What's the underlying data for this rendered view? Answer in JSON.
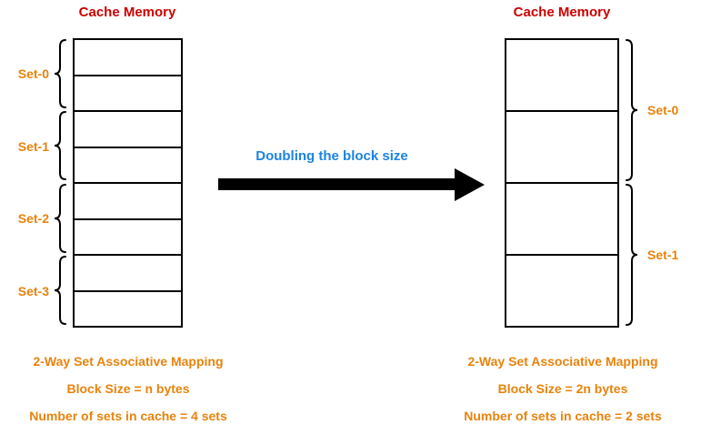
{
  "left": {
    "title": "Cache Memory",
    "num_blocks": 8,
    "sets": [
      "Set-0",
      "Set-1",
      "Set-2",
      "Set-3"
    ],
    "captions": [
      "2-Way Set Associative Mapping",
      "Block Size = n bytes",
      "Number of sets in cache = 4 sets"
    ]
  },
  "right": {
    "title": "Cache Memory",
    "num_blocks": 4,
    "sets": [
      "Set-0",
      "Set-1"
    ],
    "captions": [
      "2-Way Set Associative Mapping",
      "Block Size = 2n bytes",
      "Number of sets in cache = 2 sets"
    ]
  },
  "arrow": {
    "label": "Doubling the block size"
  },
  "colors": {
    "title-red": "#CC0000",
    "accent-orange": "#E8830C",
    "arrow-blue": "#1B83E2",
    "line-black": "#000000"
  }
}
